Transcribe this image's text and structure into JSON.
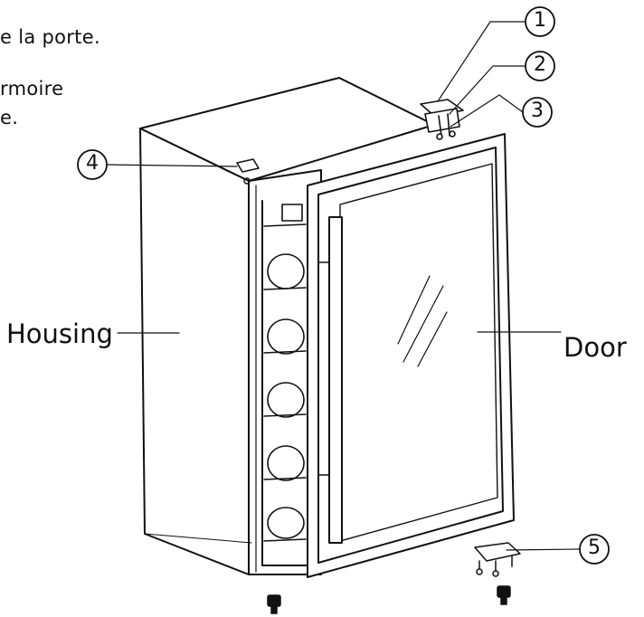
{
  "text_fragments": [
    "e la porte.",
    "rmoire",
    "e."
  ],
  "labels": {
    "housing": "Housing",
    "door": "Door"
  },
  "callouts": [
    "1",
    "2",
    "3",
    "4",
    "5"
  ]
}
